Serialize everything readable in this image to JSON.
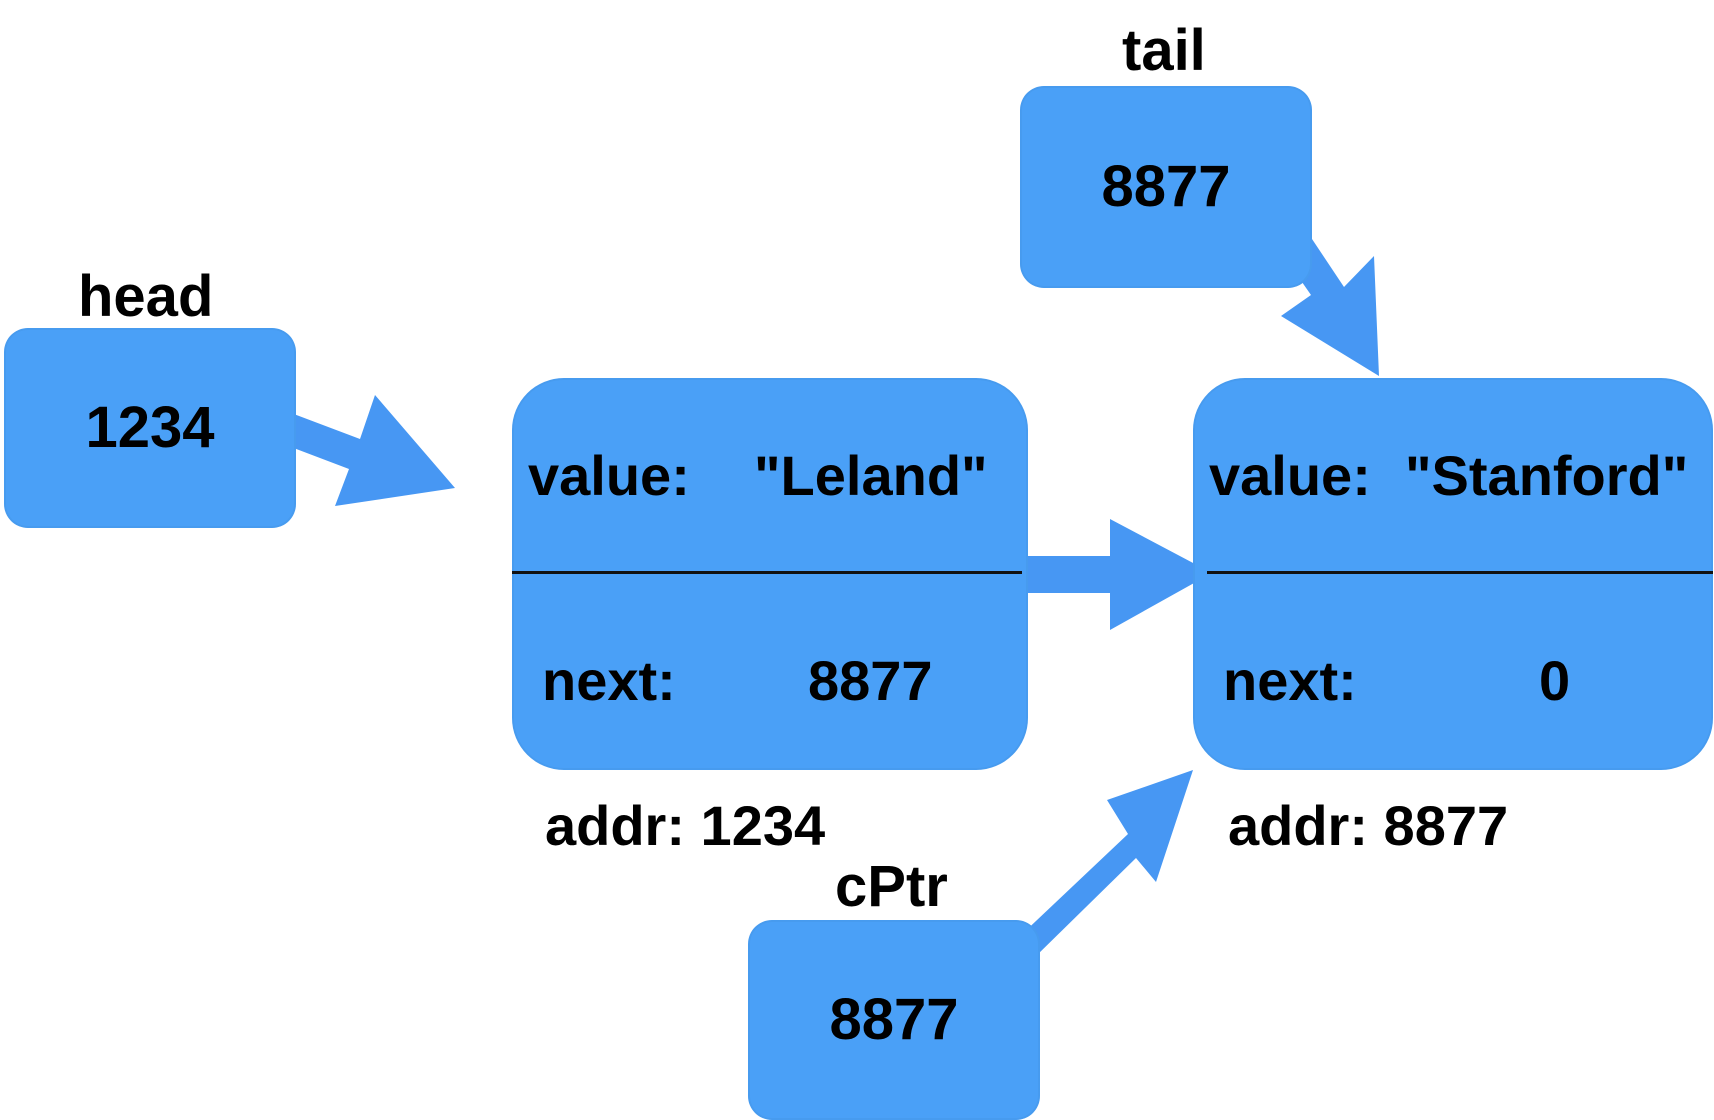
{
  "pointers": {
    "head": {
      "name": "head",
      "value": "1234"
    },
    "tail": {
      "name": "tail",
      "value": "8877"
    },
    "cptr": {
      "name": "cPtr",
      "value": "8877"
    }
  },
  "nodes": [
    {
      "value_label": "value:",
      "value": "\"Leland\"",
      "next_label": "next:",
      "next": "8877",
      "addr": "addr: 1234"
    },
    {
      "value_label": "value:",
      "value": "\"Stanford\"",
      "next_label": "next:",
      "next": "0",
      "addr": "addr: 8877"
    }
  ],
  "colors": {
    "box_fill": "#4aa0f7",
    "arrow_fill": "#4797f3",
    "divider": "#111111",
    "text": "#000000"
  }
}
